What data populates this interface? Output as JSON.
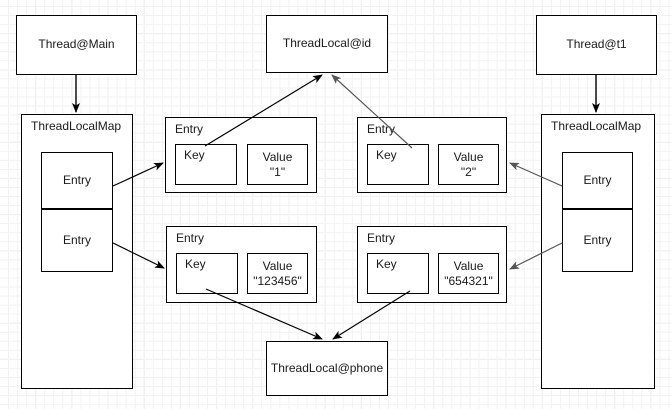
{
  "diagram": {
    "title": "ThreadLocal / ThreadLocalMap object reference diagram",
    "background": "#ffffff",
    "grid_color": "#e3e3e3",
    "stroke_dark": "#000000",
    "stroke_gray": "#808080"
  },
  "threads": [
    {
      "id": "thread-main",
      "label": "Thread@Main"
    },
    {
      "id": "thread-t1",
      "label": "Thread@t1"
    }
  ],
  "maps": [
    {
      "id": "threadlocalmap-left",
      "label": "ThreadLocalMap",
      "entries": [
        {
          "label": "Entry"
        },
        {
          "label": "Entry"
        }
      ]
    },
    {
      "id": "threadlocalmap-right",
      "label": "ThreadLocalMap",
      "entries": [
        {
          "label": "Entry"
        },
        {
          "label": "Entry"
        }
      ]
    }
  ],
  "threadlocals": [
    {
      "id": "threadlocal-id",
      "label": "ThreadLocal@id"
    },
    {
      "id": "threadlocal-phone",
      "label": "ThreadLocal@phone"
    }
  ],
  "entry_cards": [
    {
      "id": "entry-main-id",
      "title": "Entry",
      "key_label": "Key",
      "value_label": "Value",
      "value_text": "\"1\""
    },
    {
      "id": "entry-t1-id",
      "title": "Entry",
      "key_label": "Key",
      "value_label": "Value",
      "value_text": "\"2\""
    },
    {
      "id": "entry-main-phone",
      "title": "Entry",
      "key_label": "Key",
      "value_label": "Value",
      "value_text": "\"123456\""
    },
    {
      "id": "entry-t1-phone",
      "title": "Entry",
      "key_label": "Key",
      "value_label": "Value",
      "value_text": "\"654321\""
    }
  ],
  "connections": [
    {
      "from": "thread-main",
      "to": "threadlocalmap-left"
    },
    {
      "from": "thread-t1",
      "to": "threadlocalmap-right"
    },
    {
      "from": "threadlocalmap-left.entry0",
      "to": "entry-main-id"
    },
    {
      "from": "threadlocalmap-left.entry1",
      "to": "entry-main-phone"
    },
    {
      "from": "threadlocalmap-right.entry0",
      "to": "entry-t1-id"
    },
    {
      "from": "threadlocalmap-right.entry1",
      "to": "entry-t1-phone"
    },
    {
      "from": "entry-main-id.key",
      "to": "threadlocal-id"
    },
    {
      "from": "entry-t1-id.key",
      "to": "threadlocal-id"
    },
    {
      "from": "entry-main-phone.key",
      "to": "threadlocal-phone"
    },
    {
      "from": "entry-t1-phone.key",
      "to": "threadlocal-phone"
    }
  ]
}
